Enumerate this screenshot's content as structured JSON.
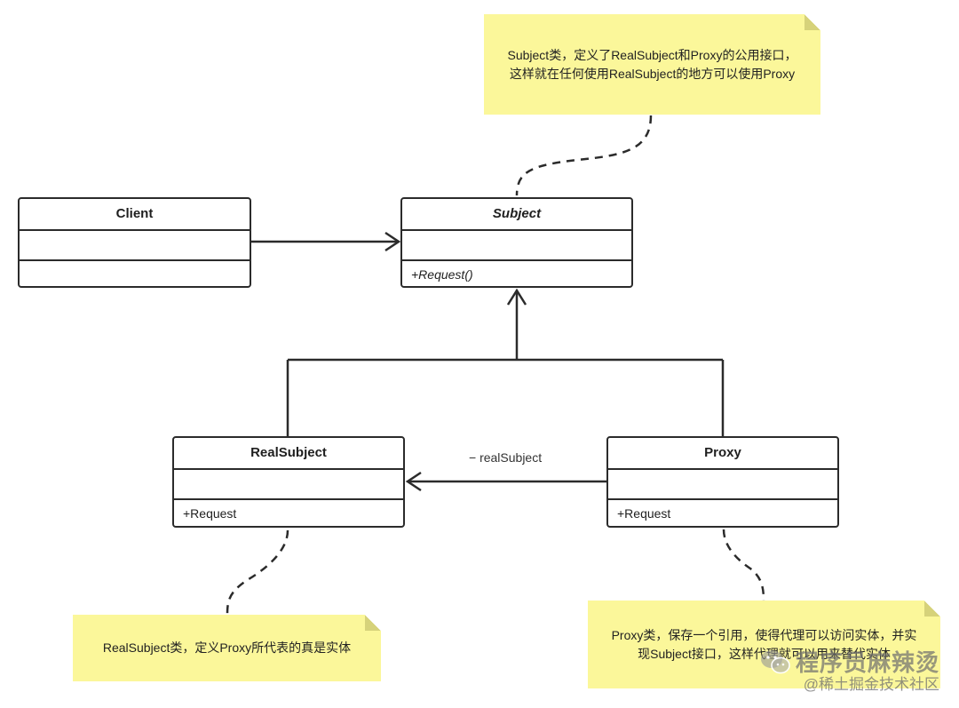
{
  "classes": {
    "client": {
      "name": "Client",
      "operation": ""
    },
    "subject": {
      "name": "Subject",
      "operation": "+Request()"
    },
    "real_subject": {
      "name": "RealSubject",
      "operation": "+Request"
    },
    "proxy": {
      "name": "Proxy",
      "operation": "+Request"
    }
  },
  "association_label": "− realSubject",
  "notes": {
    "subject_note": {
      "line1": "Subject类，定义了RealSubject和Proxy的公用接口，",
      "line2": "这样就在任何使用RealSubject的地方可以使用Proxy"
    },
    "real_subject_note": {
      "line1": "RealSubject类，定义Proxy所代表的真是实体"
    },
    "proxy_note": {
      "line1": "Proxy类，保存一个引用，使得代理可以访问实体，并实",
      "line2": "现Subject接口，这样代理就可以用来替代实体"
    }
  },
  "watermark": {
    "main": "程序员麻辣烫",
    "sub": "@稀土掘金技术社区"
  },
  "colors": {
    "note_fill": "#fbf79a",
    "line": "#2b2b2b"
  }
}
